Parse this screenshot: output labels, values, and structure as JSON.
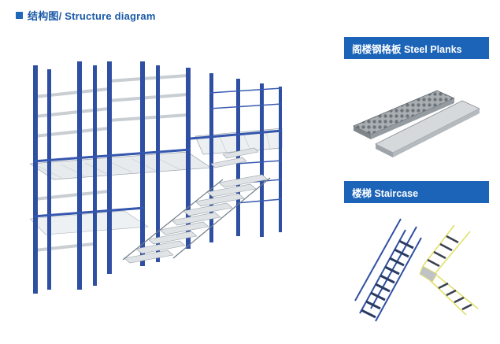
{
  "header": {
    "title": "结构图/ Structure diagram",
    "square_icon": "square-bullet-icon"
  },
  "panels": {
    "planks": {
      "label": "阁楼钢格板 Steel Planks"
    },
    "stairs": {
      "label": "楼梯 Staircase"
    }
  },
  "colors": {
    "accent": "#1c64b8",
    "rack_blue": "#2f4fa3",
    "plank_gray": "#c9cccf",
    "stair_yellow": "#e2e06a"
  }
}
